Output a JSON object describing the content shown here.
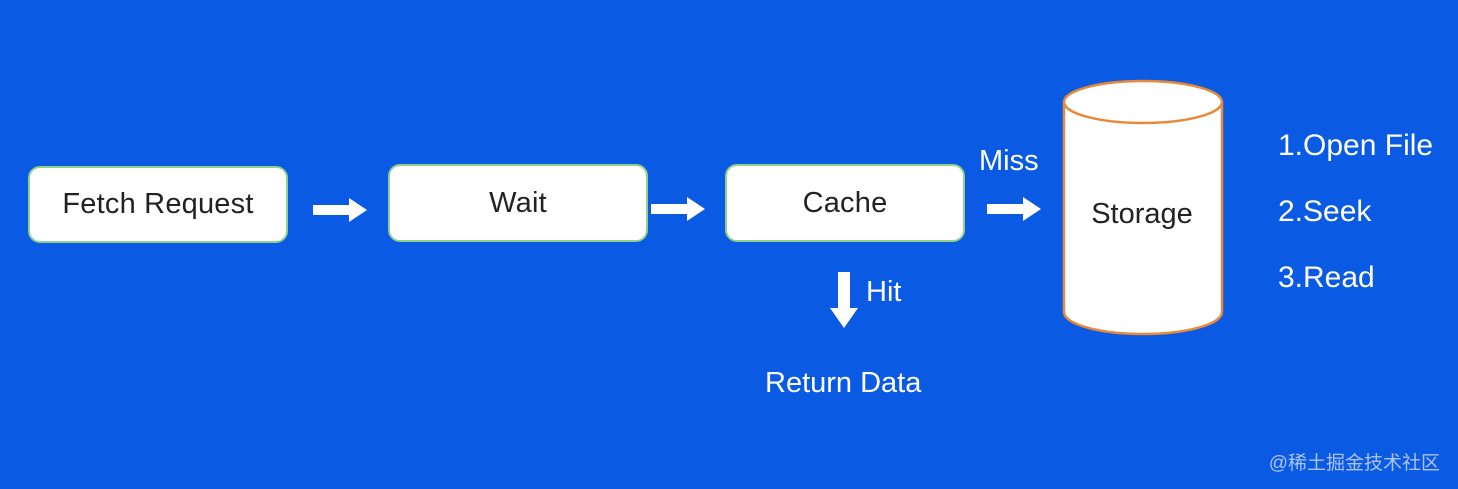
{
  "nodes": {
    "fetch_request": "Fetch Request",
    "wait": "Wait",
    "cache": "Cache",
    "storage": "Storage"
  },
  "edges": {
    "miss": "Miss",
    "hit": "Hit",
    "return_data": "Return Data"
  },
  "storage_steps": [
    "1.Open File",
    "2.Seek",
    "3.Read"
  ],
  "watermark": "@稀土掘金技术社区",
  "colors": {
    "background": "#0a5ae3",
    "box_fill": "#ffffff",
    "box_border": "#8fd08a",
    "text_dark": "#222222",
    "text_light": "#ffffff"
  }
}
